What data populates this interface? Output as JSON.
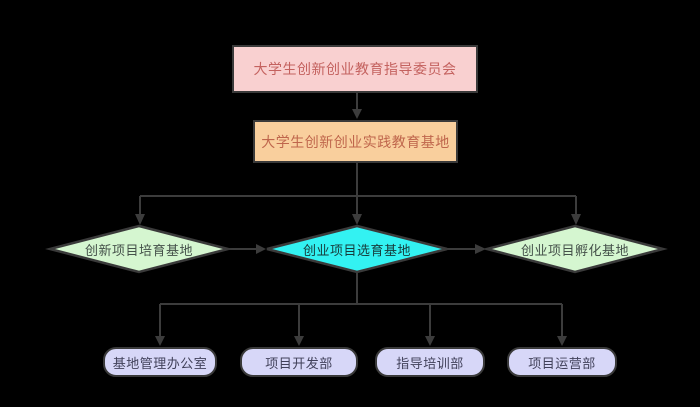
{
  "diagram": {
    "type": "org-flowchart",
    "background": "#000000",
    "connector_color": "#3c3c3c",
    "nodes": {
      "committee": {
        "label": "大学生创新创业教育指导委员会",
        "shape": "rectangle",
        "fill": "#f9d0d0",
        "text_color": "#c4625f"
      },
      "practice_base": {
        "label": "大学生创新创业实践教育基地",
        "shape": "rectangle",
        "fill": "#f9cf9d",
        "text_color": "#bf664c"
      },
      "cultivate_base": {
        "label": "创新项目培育基地",
        "shape": "diamond",
        "fill": "#d5f6d0",
        "text_color": "#45514a"
      },
      "select_base": {
        "label": "创业项目选育基地",
        "shape": "diamond",
        "fill": "#33f2f2",
        "text_color": "#173a3a"
      },
      "incubate_base": {
        "label": "创业项目孵化基地",
        "shape": "diamond",
        "fill": "#d5f6d0",
        "text_color": "#45514a"
      },
      "admin_office": {
        "label": "基地管理办公室",
        "shape": "rounded-rectangle",
        "fill": "#d7d7f8",
        "text_color": "#41415a"
      },
      "dev_dept": {
        "label": "项目开发部",
        "shape": "rounded-rectangle",
        "fill": "#d7d7f8",
        "text_color": "#41415a"
      },
      "training_dept": {
        "label": "指导培训部",
        "shape": "rounded-rectangle",
        "fill": "#d7d7f8",
        "text_color": "#41415a"
      },
      "operations_dept": {
        "label": "项目运营部",
        "shape": "rounded-rectangle",
        "fill": "#d7d7f8",
        "text_color": "#41415a"
      }
    },
    "edges": [
      {
        "from": "committee",
        "to": "practice_base"
      },
      {
        "from": "practice_base",
        "to": "cultivate_base"
      },
      {
        "from": "practice_base",
        "to": "select_base"
      },
      {
        "from": "practice_base",
        "to": "incubate_base"
      },
      {
        "from": "cultivate_base",
        "to": "select_base"
      },
      {
        "from": "select_base",
        "to": "incubate_base"
      },
      {
        "from": "select_base",
        "to": "admin_office"
      },
      {
        "from": "select_base",
        "to": "dev_dept"
      },
      {
        "from": "select_base",
        "to": "training_dept"
      },
      {
        "from": "select_base",
        "to": "operations_dept"
      }
    ]
  }
}
